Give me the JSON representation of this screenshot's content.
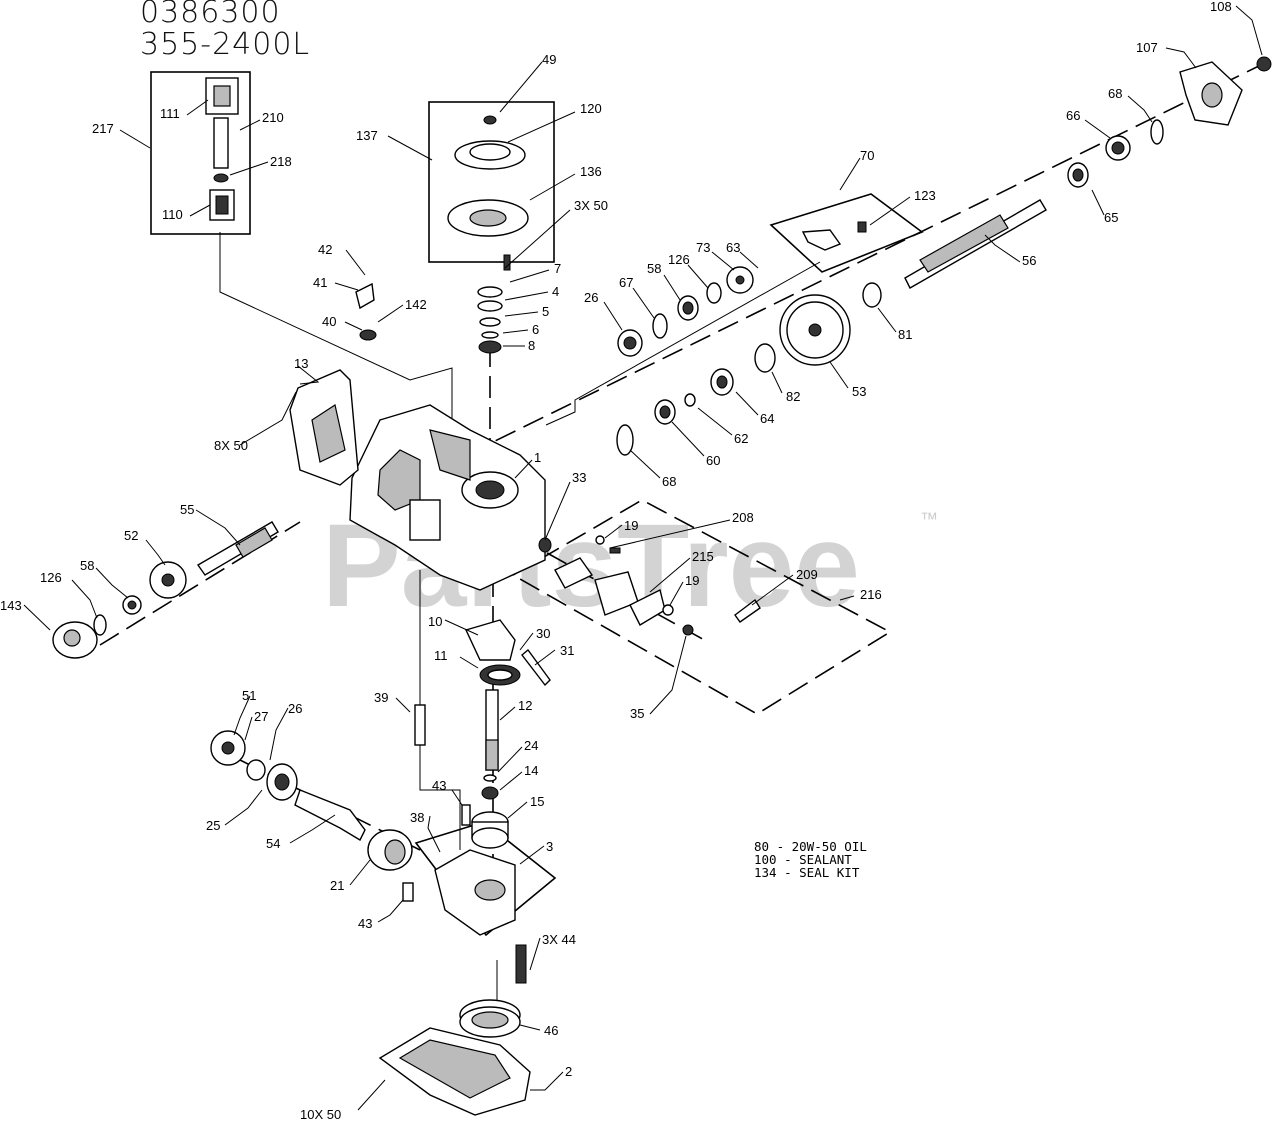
{
  "header": {
    "model_number": "0386300",
    "part_number": "355-2400L"
  },
  "watermark": {
    "text": "PartsTree",
    "trademark": "™"
  },
  "notes": [
    "80 - 20W-50 OIL",
    "100 - SEALANT",
    "134 - SEAL KIT"
  ],
  "callouts": [
    "108",
    "107",
    "68",
    "66",
    "65",
    "56",
    "49",
    "120",
    "137",
    "136",
    "3X 50",
    "70",
    "123",
    "217",
    "111",
    "210",
    "218",
    "110",
    "42",
    "41",
    "142",
    "40",
    "7",
    "4",
    "5",
    "6",
    "8",
    "26",
    "67",
    "58",
    "126",
    "73",
    "63",
    "81",
    "53",
    "82",
    "64",
    "62",
    "60",
    "68",
    "13",
    "8X 50",
    "1",
    "33",
    "19",
    "208",
    "215",
    "19",
    "209",
    "216",
    "55",
    "52",
    "58",
    "126",
    "143",
    "10",
    "30",
    "11",
    "31",
    "35",
    "39",
    "12",
    "24",
    "14",
    "15",
    "43",
    "51",
    "27",
    "26",
    "25",
    "54",
    "38",
    "3",
    "21",
    "43",
    "3X 44",
    "46",
    "2",
    "10X 50"
  ]
}
